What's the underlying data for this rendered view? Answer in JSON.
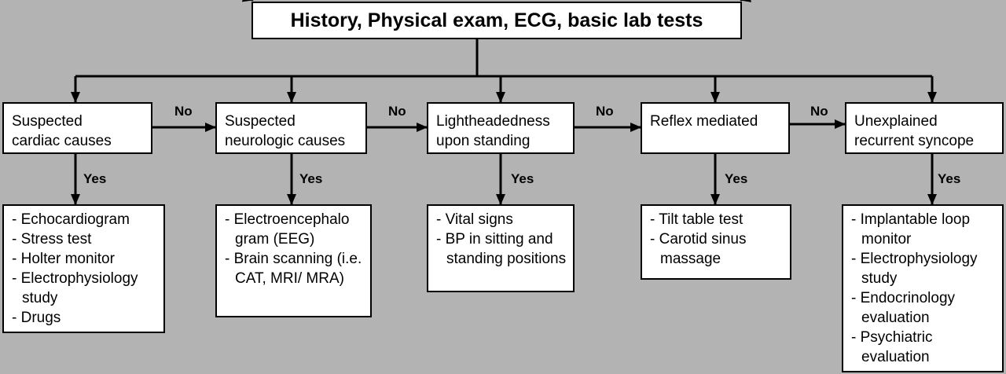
{
  "top": {
    "label": "History, Physical exam, ECG, basic lab tests"
  },
  "edge_labels": {
    "no": "No",
    "yes": "Yes"
  },
  "columns": [
    {
      "category": "Suspected\ncardiac causes",
      "tests": [
        "Echocardiogram",
        "Stress test",
        "Holter monitor",
        "Electrophysiology study",
        "Drugs"
      ]
    },
    {
      "category": "Suspected\nneurologic causes",
      "tests": [
        "Electroencephalo gram (EEG)",
        "Brain scanning (i.e. CAT, MRI/ MRA)"
      ]
    },
    {
      "category": "Lightheadedness\nupon standing",
      "tests": [
        "Vital signs",
        "BP in sitting and standing positions"
      ]
    },
    {
      "category": "Reflex mediated",
      "tests": [
        "Tilt table test",
        "Carotid sinus massage"
      ]
    },
    {
      "category": "Unexplained\nrecurrent syncope",
      "tests": [
        "Implantable loop monitor",
        "Electrophysiology study",
        "Endocrinology evaluation",
        "Psychiatric evaluation"
      ]
    }
  ]
}
